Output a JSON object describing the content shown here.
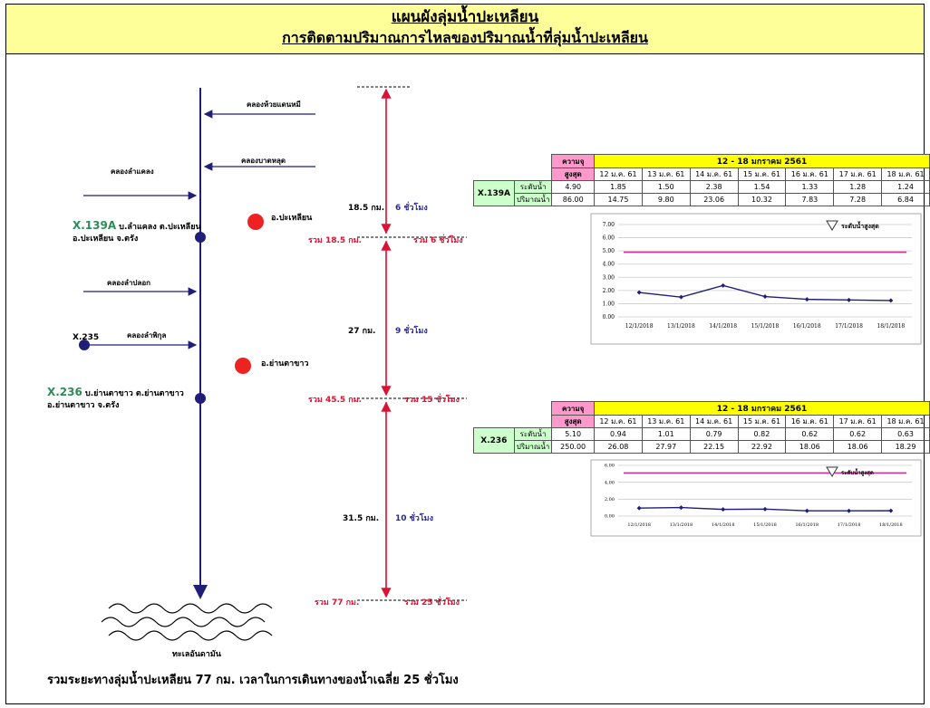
{
  "header": {
    "title": "แผนผังลุ่มน้ำปะเหลียน",
    "subtitle": "การติดตามปริมาณการไหลของปริมาณน้ำที่ลุ่มน้ำปะเหลียน"
  },
  "river": {
    "tributaries": {
      "huai_daen_mi": "คลองห้วยแดนหมี",
      "bat_lut": "คลองบาตหลุด",
      "lam_khlaeng": "คลองลำแคลง",
      "lam_plok": "คลองลำปลอก",
      "lam_phikun": "คลองลำพิกุล"
    },
    "stations": {
      "x139a_code": "X.139A",
      "x139a_loc1": " บ.ลำแคลง ต.ปะเหลียน",
      "x139a_loc2": "อ.ปะเหลียน จ.ตรัง",
      "x235_code": "X.235",
      "x236_code": "X.236",
      "x236_loc1": " บ.ย่านตาขาว  ต.ย่านตาขาว",
      "x236_loc2": "อ.ย่านตาขาว จ.ตรัง"
    },
    "towns": {
      "palian": "อ.ปะเหลียน",
      "yantakhao": "อ.ย่านตาขาว"
    },
    "sea": "ทะเลอันดามัน"
  },
  "segments": {
    "s1_dist": "18.5 กม.",
    "s1_time": "6 ชั่วโมง",
    "s1_total_dist": "รวม 18.5 กม.",
    "s1_total_time": "รวม  6 ชั่วโมง",
    "s2_dist": "27 กม.",
    "s2_time": "9 ชั่วโมง",
    "s2_total_dist": "รวม 45.5 กม.",
    "s2_total_time": "รวม  15 ชั่วโมง",
    "s3_dist": "31.5 กม.",
    "s3_time": "10 ชั่วโมง",
    "s3_total_dist": "รวม 77 กม.",
    "s3_total_time": "รวม  25 ชั่วโมง"
  },
  "table1": {
    "max_label_1": "ความจุ",
    "max_label_2": "สูงสุด",
    "week": "12 - 18 มกราคม 2561",
    "days": [
      "12 ม.ค. 61",
      "13 ม.ค. 61",
      "14 ม.ค. 61",
      "15 ม.ค. 61",
      "16 ม.ค. 61",
      "17 ม.ค. 61",
      "18 ม.ค. 61"
    ],
    "station": "X.139A",
    "row1_label": "ระดับน้ำ",
    "row2_label": "ปริมาณน้ำ",
    "row1_max": "4.90",
    "row2_max": "86.00",
    "row1": [
      "1.85",
      "1.50",
      "2.38",
      "1.54",
      "1.33",
      "1.28",
      "1.24"
    ],
    "row2": [
      "14.75",
      "9.80",
      "23.06",
      "10.32",
      "7.83",
      "7.28",
      "6.84"
    ]
  },
  "table2": {
    "max_label_1": "ความจุ",
    "max_label_2": "สูงสุด",
    "week": "12 - 18 มกราคม 2561",
    "days": [
      "12 ม.ค. 61",
      "13 ม.ค. 61",
      "14 ม.ค. 61",
      "15 ม.ค. 61",
      "16 ม.ค. 61",
      "17 ม.ค. 61",
      "18 ม.ค. 61"
    ],
    "station": "X.236",
    "row1_label": "ระดับน้ำ",
    "row2_label": "ปริมาณน้ำ",
    "row1_max": "5.10",
    "row2_max": "250.00",
    "row1": [
      "0.94",
      "1.01",
      "0.79",
      "0.82",
      "0.62",
      "0.62",
      "0.63"
    ],
    "row2": [
      "26.08",
      "27.97",
      "22.15",
      "22.92",
      "18.06",
      "18.06",
      "18.29"
    ]
  },
  "chart_data": [
    {
      "type": "line",
      "x": [
        "12/1/2018",
        "13/1/2018",
        "14/1/2018",
        "15/1/2018",
        "16/1/2018",
        "17/1/2018",
        "18/1/2018"
      ],
      "series": [
        {
          "values": [
            1.85,
            1.5,
            2.38,
            1.54,
            1.33,
            1.28,
            1.24
          ]
        },
        {
          "name": "ระดับน้ำสูงสุด",
          "values": [
            4.9,
            4.9,
            4.9,
            4.9,
            4.9,
            4.9,
            4.9
          ]
        }
      ],
      "yticks": [
        "0.00",
        "1.00",
        "2.00",
        "3.00",
        "4.00",
        "5.00",
        "6.00",
        "7.00"
      ],
      "ylim": [
        0,
        7
      ],
      "grid": true,
      "legend": "top-right",
      "colors": {
        "level": "#1f1f7a",
        "max": "#cc3399"
      }
    },
    {
      "type": "line",
      "x": [
        "12/1/2018",
        "13/1/2018",
        "14/1/2018",
        "15/1/2018",
        "16/1/2018",
        "17/1/2018",
        "18/1/2018"
      ],
      "series": [
        {
          "values": [
            0.94,
            1.01,
            0.79,
            0.82,
            0.62,
            0.62,
            0.63
          ]
        },
        {
          "name": "ระดับน้ำสูงสุด",
          "values": [
            5.1,
            5.1,
            5.1,
            5.1,
            5.1,
            5.1,
            5.1
          ]
        }
      ],
      "yticks": [
        "0.00",
        "2.00",
        "4.00",
        "6.00"
      ],
      "ylim": [
        0,
        6
      ],
      "grid": true,
      "legend": "top-right",
      "colors": {
        "level": "#1f1f7a",
        "max": "#cc3399"
      }
    }
  ],
  "footer": "รวมระยะทางลุ่มน้ำปะเหลียน 77 กม. เวลาในการเดินทางของน้ำเฉลี่ย 25 ชั่วโมง",
  "colors": {
    "header_bg": "#ffff99",
    "river": "#1f1f7a",
    "station_dot": "#1f1f7a",
    "town_dot": "#ee2222",
    "distance_line": "#dd1133",
    "station_text": "#2e8b57",
    "time_text": "#2b2b8f"
  }
}
